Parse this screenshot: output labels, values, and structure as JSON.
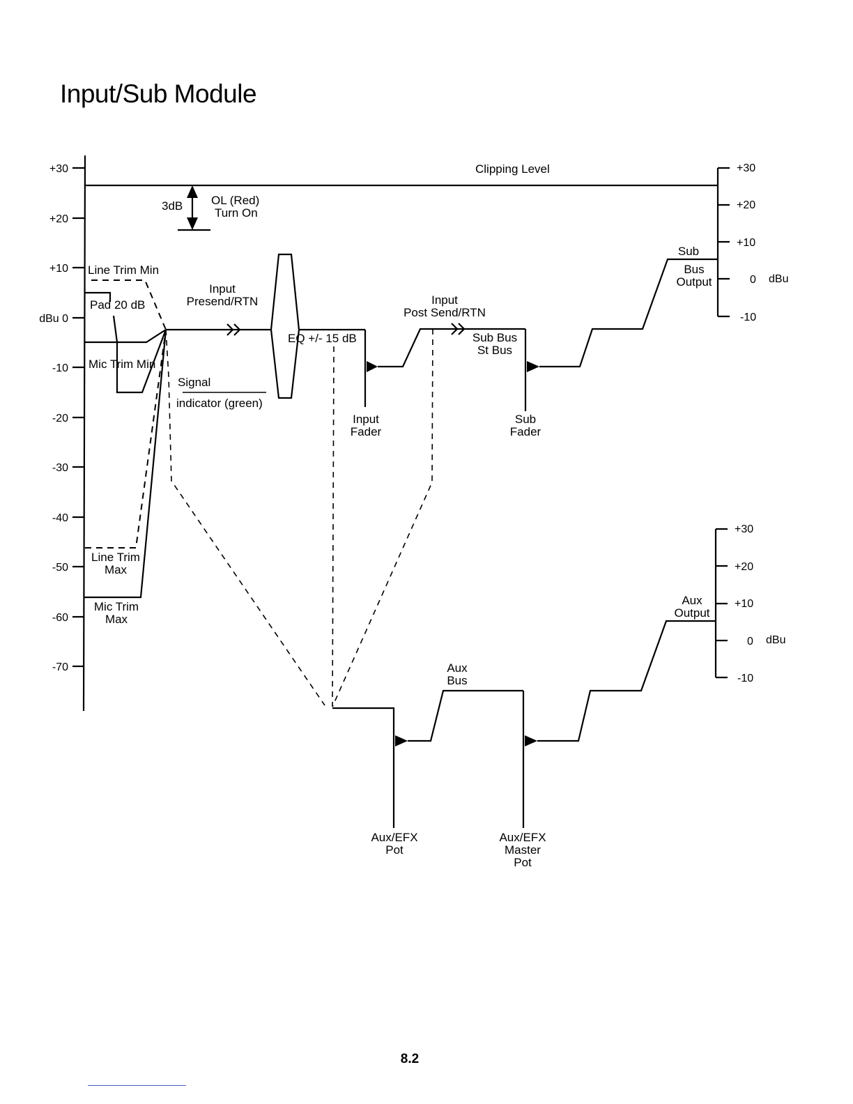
{
  "page": {
    "title": "Input/Sub Module",
    "page_number": "8.2"
  },
  "left_axis": {
    "ticks": [
      "+30",
      "+20",
      "+10",
      "dBu 0",
      "-10",
      "-20",
      "-30",
      "-40",
      "-50",
      "-60",
      "-70"
    ]
  },
  "sub_output_scale": {
    "ticks": [
      "+30",
      "+20",
      "+10",
      "0",
      "-10"
    ],
    "unit": "dBu"
  },
  "aux_output_scale": {
    "ticks": [
      "+30",
      "+20",
      "+10",
      "0",
      "-10"
    ],
    "unit": "dBu"
  },
  "labels": {
    "clipping_level": "Clipping Level",
    "headroom": "3dB",
    "ol_red": "OL (Red)",
    "turn_on": "Turn On",
    "line_trim_min": "Line Trim Min",
    "pad": "Pad 20 dB",
    "mic_trim_min": "Mic Trim Min",
    "line_trim_max_1": "Line Trim",
    "line_trim_max_2": "Max",
    "mic_trim_max_1": "Mic Trim",
    "mic_trim_max_2": "Max",
    "input_presend_1": "Input",
    "input_presend_2": "Presend/RTN",
    "signal": "Signal",
    "indicator": "indicator (green)",
    "eq": "EQ +/- 15 dB",
    "input_fader_1": "Input",
    "input_fader_2": "Fader",
    "input_postsend_1": "Input",
    "input_postsend_2": "Post Send/RTN",
    "sub_bus_1": "Sub Bus",
    "sub_bus_2": "St Bus",
    "sub_fader_1": "Sub",
    "sub_fader_2": "Fader",
    "sub_output_1": "Sub",
    "sub_output_2": "Bus",
    "sub_output_3": "Output",
    "aux_output_1": "Aux",
    "aux_output_2": "Output",
    "aux_bus_1": "Aux",
    "aux_bus_2": "Bus",
    "aux_pot_1": "Aux/EFX",
    "aux_pot_2": "Pot",
    "aux_master_1": "Aux/EFX",
    "aux_master_2": "Master",
    "aux_master_3": "Pot"
  }
}
